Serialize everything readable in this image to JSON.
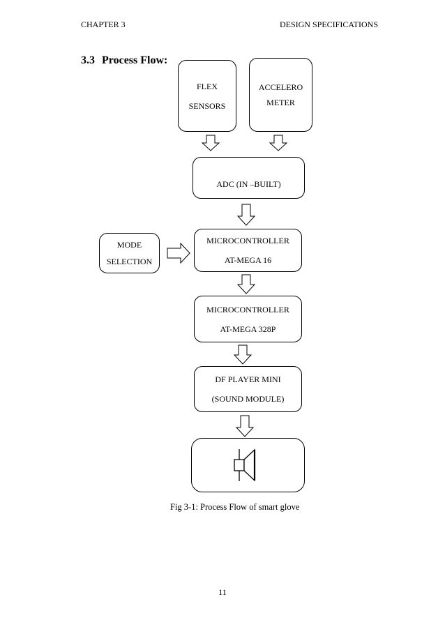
{
  "header": {
    "left": "CHAPTER 3",
    "right": "DESIGN SPECIFICATIONS"
  },
  "section": {
    "number": "3.3",
    "title": "Process Flow:"
  },
  "nodes": {
    "flex": {
      "line1": "FLEX",
      "line2": "SENSORS"
    },
    "accel": {
      "line1": "ACCELERO",
      "line2": "METER"
    },
    "adc": {
      "line1": "ADC (IN –BUILT)"
    },
    "mode": {
      "line1": "MODE",
      "line2": "SELECTION"
    },
    "mcu1": {
      "line1": "MICROCONTROLLER",
      "line2": "AT-MEGA 16"
    },
    "mcu2": {
      "line1": "MICROCONTROLLER",
      "line2": "AT-MEGA 328P"
    },
    "df": {
      "line1": "DF PLAYER MINI",
      "line2": "(SOUND MODULE)"
    },
    "speaker": {
      "icon": "speaker-icon"
    }
  },
  "caption": "Fig 3-1: Process Flow of smart glove",
  "page_number": "11"
}
